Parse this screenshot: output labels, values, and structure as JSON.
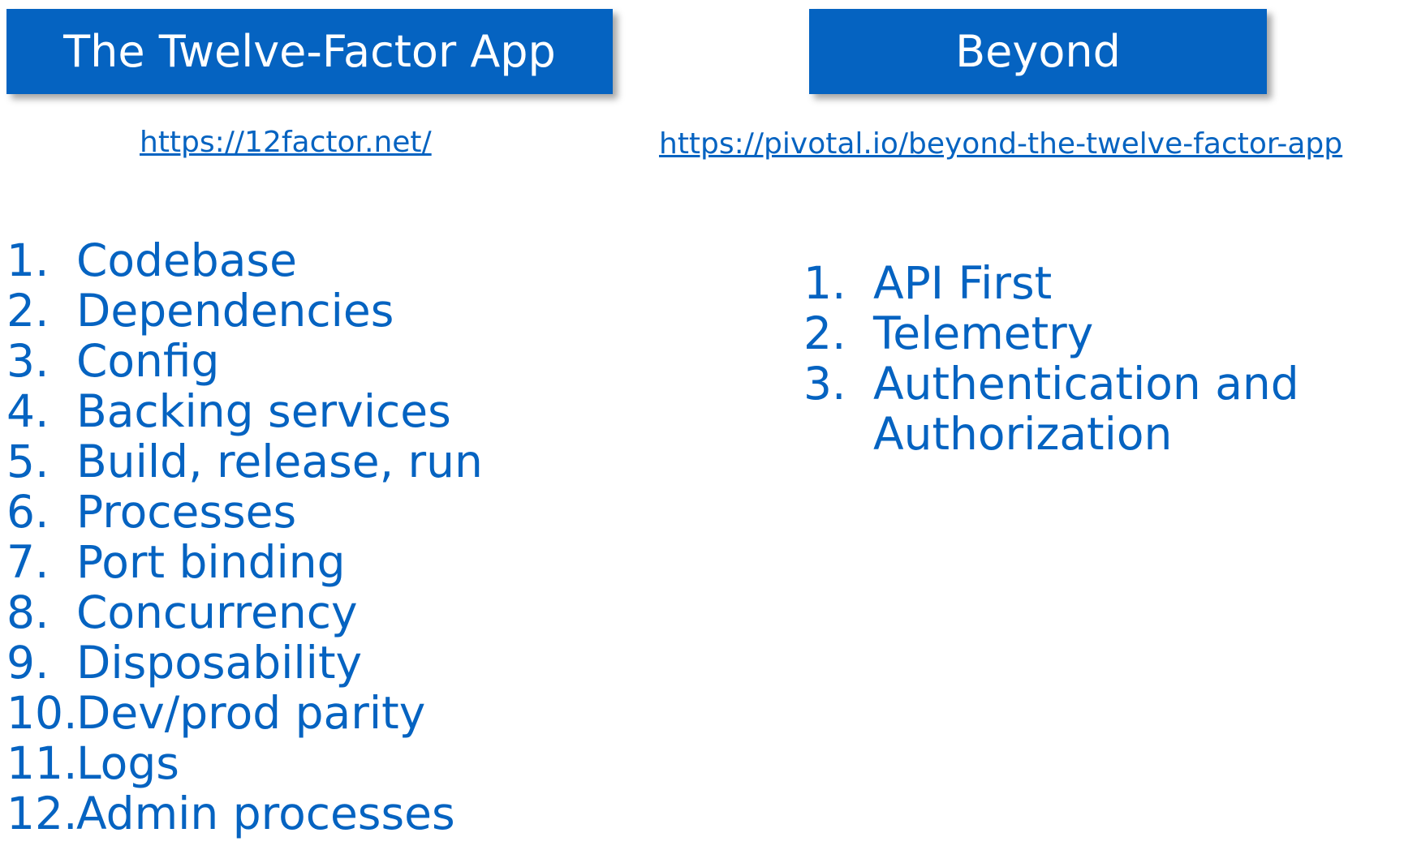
{
  "left": {
    "header": "The Twelve-Factor App",
    "link": "https://12factor.net/",
    "items": [
      {
        "num": "1.",
        "text": "Codebase"
      },
      {
        "num": "2.",
        "text": "Dependencies"
      },
      {
        "num": "3.",
        "text": "Config"
      },
      {
        "num": "4.",
        "text": "Backing services"
      },
      {
        "num": "5.",
        "text": "Build, release, run"
      },
      {
        "num": "6.",
        "text": "Processes"
      },
      {
        "num": "7.",
        "text": "Port binding"
      },
      {
        "num": "8.",
        "text": "Concurrency"
      },
      {
        "num": "9.",
        "text": "Disposability"
      },
      {
        "num": "10.",
        "text": "Dev/prod parity"
      },
      {
        "num": "11.",
        "text": "Logs"
      },
      {
        "num": "12.",
        "text": "Admin processes"
      }
    ]
  },
  "right": {
    "header": "Beyond",
    "link": "https://pivotal.io/beyond-the-twelve-factor-app",
    "items": [
      {
        "num": "1.",
        "text": "API First"
      },
      {
        "num": "2.",
        "text": "Telemetry"
      },
      {
        "num": "3.",
        "text": "Authentication and",
        "continuation": "Authorization"
      }
    ]
  },
  "colors": {
    "accent": "#0563c1",
    "header_text": "#ffffff",
    "background": "#ffffff"
  }
}
